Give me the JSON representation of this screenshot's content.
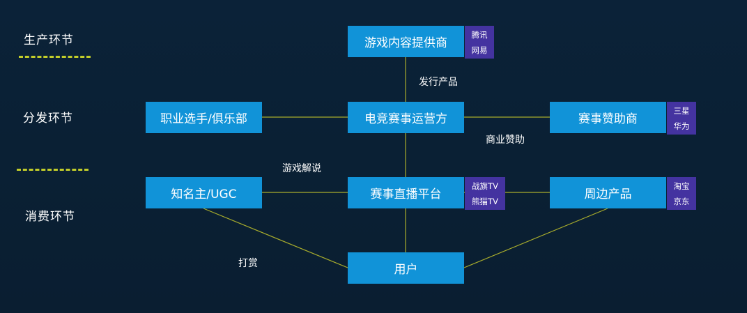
{
  "stages": {
    "production": "生产环节",
    "distribution": "分发环节",
    "consumption": "消费环节"
  },
  "nodes": {
    "content_provider": "游戏内容提供商",
    "players": "职业选手/俱乐部",
    "operator": "电竞赛事运营方",
    "sponsor": "赛事赞助商",
    "streamer": "知名主/UGC",
    "platform": "赛事直播平台",
    "merch": "周边产品",
    "users": "用户"
  },
  "tags": {
    "content_provider": [
      "腾讯",
      "网易"
    ],
    "sponsor": [
      "三星",
      "华为"
    ],
    "platform": [
      "战旗TV",
      "熊猫TV"
    ],
    "merch": [
      "淘宝",
      "京东"
    ]
  },
  "edge_labels": {
    "publish": "发行产品",
    "sponsorship": "商业赞助",
    "commentary": "游戏解说",
    "tipping": "打赏"
  }
}
